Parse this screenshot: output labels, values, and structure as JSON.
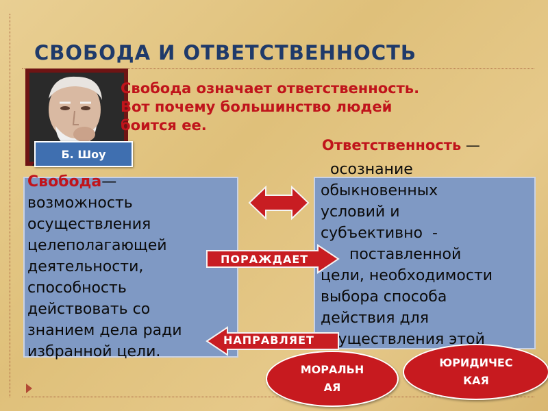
{
  "title": "СВОБОДА  И ОТВЕТСТВЕННОСТЬ",
  "quote": {
    "lines": [
      "Свобода означает ответственность.",
      "Вот почему большинство людей",
      "боится ее."
    ],
    "author": "Б. Шоу"
  },
  "freedom": {
    "head": "Свобода",
    "dash": "—",
    "lines": [
      "возможность",
      "осуществления",
      "целеполагающей",
      "деятельности,",
      "способность",
      "действовать со",
      "знанием дела ради",
      "избранной цели."
    ]
  },
  "responsibility": {
    "head": "Ответственность",
    "dash": " —",
    "lines": [
      "  осознание",
      "обыкновенных",
      "условий и",
      "субъективно  -",
      "      поставленной",
      "цели, необходимости",
      "выбора способа",
      "действия для",
      "осуществления этой"
    ]
  },
  "arrows": {
    "generates": "ПОРАЖДАЕТ",
    "directs": "НАПРАВЛЯЕТ"
  },
  "ovals": {
    "moral": [
      "МОРАЛЬН",
      "АЯ"
    ],
    "legal": [
      "ЮРИДИЧЕС",
      "КАЯ"
    ]
  },
  "colors": {
    "title": "#1f3a6a",
    "accent_red": "#c0141b",
    "box_blue": "#7f99c4",
    "label_blue": "#3f6fb0"
  }
}
